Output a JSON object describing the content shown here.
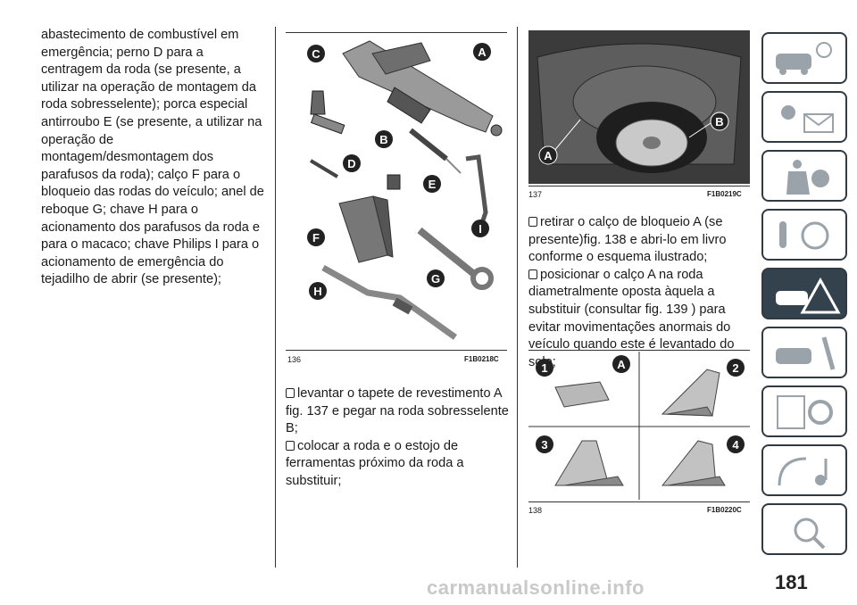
{
  "column1": {
    "paragraph": "abastecimento de combustível em emergência; perno D para a centragem da roda (se presente, a utilizar na operação de montagem da roda sobresselente); porca especial antirroubo E (se presente, a utilizar na operação de montagem/desmontagem dos parafusos da roda); calço F para o bloqueio das rodas do veículo; anel de reboque G; chave H para o acionamento dos parafusos da roda e para o macaco; chave Philips I para o acionamento de emergência do tejadilho de abrir (se presente);"
  },
  "figures": {
    "fig136": {
      "number": "136",
      "code": "F1B0218C",
      "callouts": [
        "C",
        "A",
        "B",
        "D",
        "E",
        "I",
        "F",
        "G",
        "H"
      ]
    },
    "fig137": {
      "number": "137",
      "code": "F1B0219C",
      "callouts": [
        "A",
        "B"
      ]
    },
    "fig138": {
      "number": "138",
      "code": "F1B0220C",
      "steps": [
        "1",
        "2",
        "3",
        "4"
      ],
      "callout": "A"
    }
  },
  "column2": {
    "bullets": [
      "levantar o tapete de revestimento A fig. 137 e pegar na roda sobresselente B;",
      "colocar a roda e o estojo de ferramentas próximo da roda a substituir;"
    ]
  },
  "column3": {
    "bullets": [
      "retirar o calço de bloqueio A (se presente)fig. 138 e abri-lo em livro conforme o esquema ilustrado;",
      "posicionar o calço A na roda diametralmente oposta àquela a substituir (consultar fig. 139 ) para evitar movimentações anormais do veículo quando este é levantado do solo;"
    ]
  },
  "sidebar": {
    "tabs": [
      {
        "name": "car-info-icon"
      },
      {
        "name": "warning-lights-icon"
      },
      {
        "name": "safety-airbag-icon"
      },
      {
        "name": "starting-driving-icon"
      },
      {
        "name": "emergency-icon",
        "active": true
      },
      {
        "name": "maintenance-icon"
      },
      {
        "name": "technical-data-icon"
      },
      {
        "name": "multimedia-icon"
      },
      {
        "name": "index-icon"
      }
    ]
  },
  "page_number": "181",
  "watermark": "carmanualsonline.info"
}
